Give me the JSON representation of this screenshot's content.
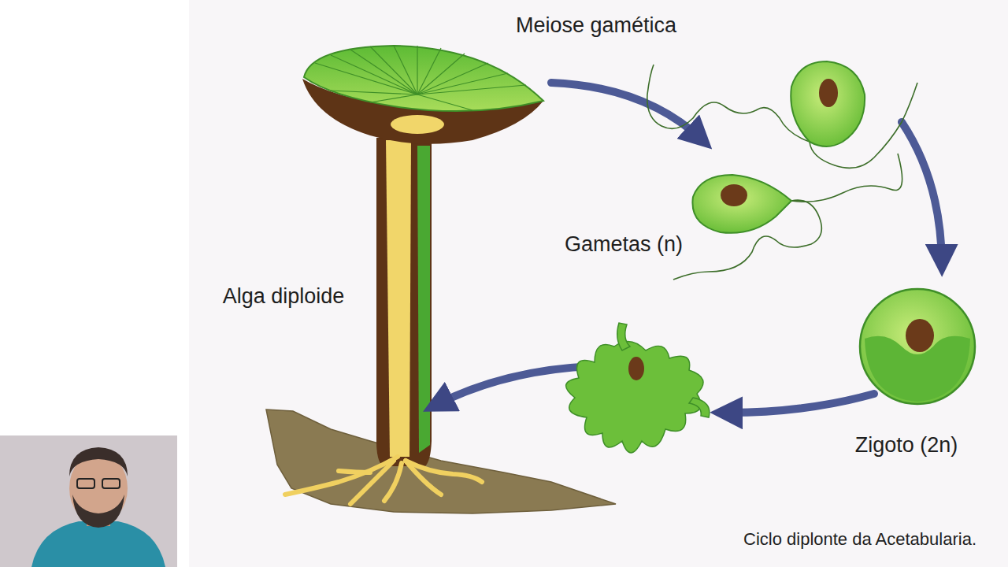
{
  "diagram": {
    "caption": "Ciclo diplonte da Acetabularia.",
    "labels": [
      "Meiose gamética",
      "Gametas (n)",
      "Alga diploide",
      "Zigoto (2n)"
    ]
  }
}
